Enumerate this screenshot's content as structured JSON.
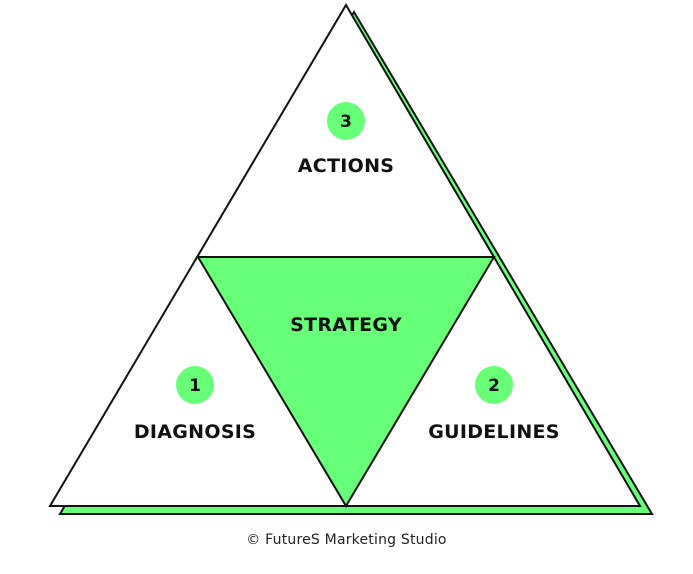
{
  "diagram": {
    "center_label": "STRATEGY",
    "segments": [
      {
        "number": "1",
        "label": "DIAGNOSIS"
      },
      {
        "number": "2",
        "label": "GUIDELINES"
      },
      {
        "number": "3",
        "label": "ACTIONS"
      }
    ]
  },
  "footer": {
    "credit": "© FutureS Marketing Studio"
  },
  "colors": {
    "accent": "#66ff77",
    "outline": "#111111",
    "background": "#ffffff"
  }
}
